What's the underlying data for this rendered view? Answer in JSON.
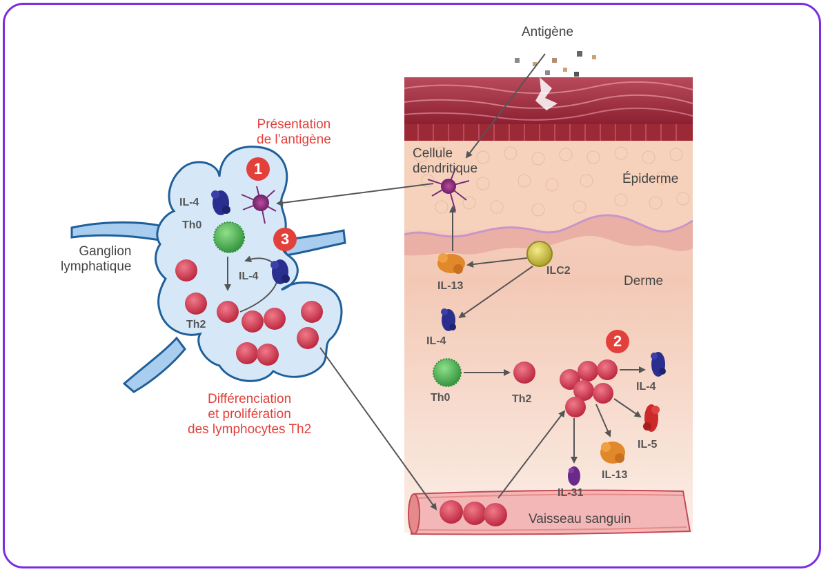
{
  "labels": {
    "antigene": "Antigène",
    "presentation": "Présentation",
    "presentation2": "de l’antigène",
    "cellule": "Cellule",
    "dendritique": "dendritique",
    "epiderme": "Épiderme",
    "derme": "Derme",
    "ganglion": "Ganglion",
    "lymphatique": "lymphatique",
    "diff1": "Différenciation",
    "diff2": "et prolifération",
    "diff3": "des lymphocytes Th2",
    "vaisseau": "Vaisseau sanguin",
    "il4_node_a": "IL-4",
    "th0_node": "Th0",
    "il4_node_b": "IL-4",
    "th2_node": "Th2",
    "il13_skin": "IL-13",
    "ilc2": "ILC2",
    "il4_skin": "IL-4",
    "th0_skin": "Th0",
    "th2_skin": "Th2",
    "il4_out": "IL-4",
    "il5_out": "IL-5",
    "il13_out": "IL-13",
    "il31_out": "IL-31"
  },
  "steps": {
    "one": "1",
    "two": "2",
    "three": "3"
  },
  "colors": {
    "frame": "#7a2ee0",
    "accent_red": "#e2403a",
    "node_fill": "#d6e8f7",
    "node_stroke": "#1f5f99",
    "th2_cell": "#d23a4e",
    "th0_cell": "#3faa4a",
    "il4_protein": "#2a2f8f",
    "il13_protein": "#e0882a",
    "il5_protein": "#cc2a2a",
    "il31_protein": "#6a2a8a",
    "ilc2_cell": "#c8c030"
  }
}
